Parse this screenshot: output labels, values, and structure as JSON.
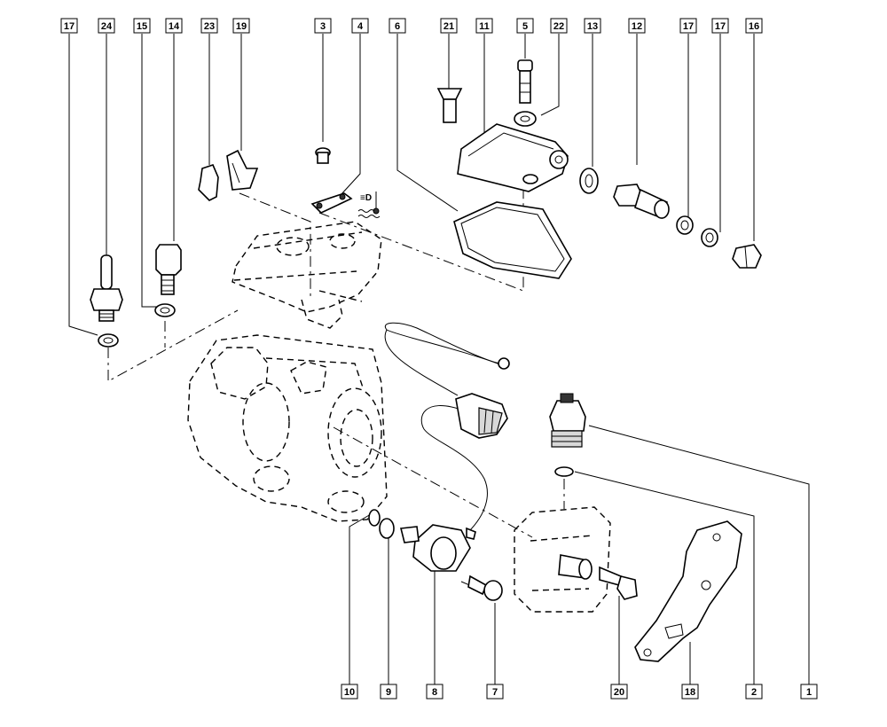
{
  "diagram": {
    "callouts": [
      {
        "id": "c17a",
        "label": "17"
      },
      {
        "id": "c24",
        "label": "24"
      },
      {
        "id": "c15",
        "label": "15"
      },
      {
        "id": "c14",
        "label": "14"
      },
      {
        "id": "c23",
        "label": "23"
      },
      {
        "id": "c19",
        "label": "19"
      },
      {
        "id": "c3",
        "label": "3"
      },
      {
        "id": "c4",
        "label": "4"
      },
      {
        "id": "c6",
        "label": "6"
      },
      {
        "id": "c21",
        "label": "21"
      },
      {
        "id": "c11",
        "label": "11"
      },
      {
        "id": "c5",
        "label": "5"
      },
      {
        "id": "c22",
        "label": "22"
      },
      {
        "id": "c13",
        "label": "13"
      },
      {
        "id": "c12",
        "label": "12"
      },
      {
        "id": "c17b",
        "label": "17"
      },
      {
        "id": "c17c",
        "label": "17"
      },
      {
        "id": "c16",
        "label": "16"
      },
      {
        "id": "c10",
        "label": "10"
      },
      {
        "id": "c9",
        "label": "9"
      },
      {
        "id": "c8",
        "label": "8"
      },
      {
        "id": "c7",
        "label": "7"
      },
      {
        "id": "c20",
        "label": "20"
      },
      {
        "id": "c18",
        "label": "18"
      },
      {
        "id": "c2",
        "label": "2"
      },
      {
        "id": "c1",
        "label": "1"
      }
    ]
  }
}
